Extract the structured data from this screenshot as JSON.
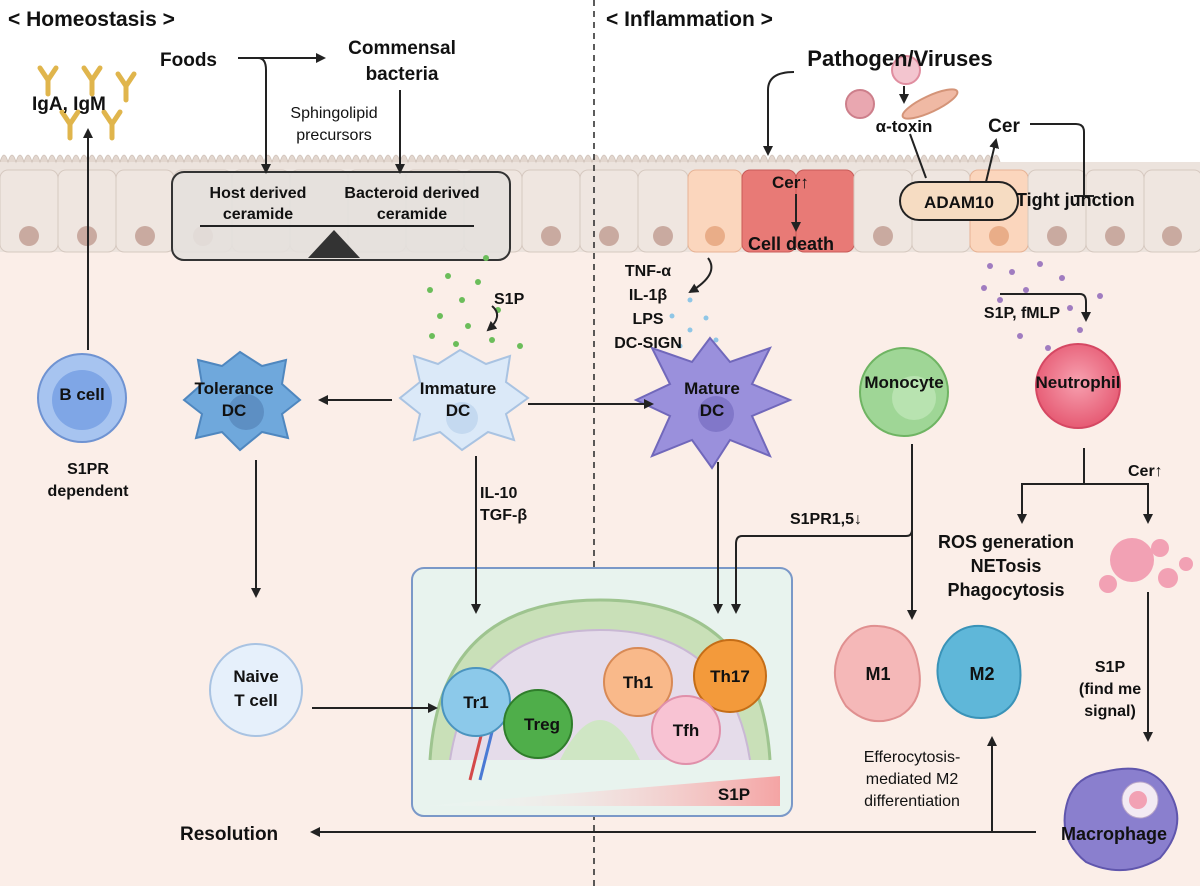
{
  "sections": {
    "homeostasis": "< Homeostasis >",
    "inflammation": "< Inflammation >"
  },
  "homeostasis": {
    "foods": "Foods",
    "commensal_line1": "Commensal",
    "commensal_line2": "bacteria",
    "sphingo_line1": "Sphingolipid",
    "sphingo_line2": "precursors",
    "host_line1": "Host derived",
    "host_line2": "ceramide",
    "bact_line1": "Bacteroid derived",
    "bact_line2": "ceramide",
    "antibodies": "IgA, IgM",
    "s1p": "S1P",
    "b_cell": "B cell",
    "s1pr_line1": "S1PR",
    "s1pr_line2": "dependent",
    "tolerance_line1": "Tolerance",
    "tolerance_line2": "DC",
    "immature_line1": "Immature",
    "immature_line2": "DC",
    "il10": "IL-10",
    "tgfb": "TGF-β",
    "naive_line1": "Naive",
    "naive_line2": "T cell",
    "tr1": "Tr1",
    "treg": "Treg",
    "resolution": "Resolution"
  },
  "inflammation": {
    "pathogen": "Pathogen/Viruses",
    "alpha_toxin": "α-toxin",
    "cer": "Cer",
    "adam10": "ADAM10",
    "tight_junction": "Tight junction",
    "cer_up": "Cer↑",
    "cell_death": "Cell death",
    "tnf": "TNF-α",
    "il1b": "IL-1β",
    "lps": "LPS",
    "dcsign": "DC-SIGN",
    "mature_line1": "Mature",
    "mature_line2": "DC",
    "s1p_fmlp": "S1P, fMLP",
    "monocyte": "Monocyte",
    "neutrophil": "Neutrophil",
    "s1pr15": "S1PR1,5↓",
    "cer_up2": "Cer↑",
    "ros": "ROS generation",
    "netosis": "NETosis",
    "phago": "Phagocytosis",
    "th1": "Th1",
    "th17": "Th17",
    "tfh": "Tfh",
    "s1p_gradient": "S1P",
    "m1": "M1",
    "m2": "M2",
    "s1p_find_line1": "S1P",
    "s1p_find_line2": "(find me",
    "s1p_find_line3": "signal)",
    "effero_line1": "Efferocytosis-",
    "effero_line2": "mediated M2",
    "effero_line3": "differentiation",
    "macrophage": "Macrophage"
  },
  "colors": {
    "tissue_bg": "#fbeee8",
    "epithelium": "#ece3dd",
    "antibody": "#e0b54c",
    "b_cell": "#7fa6e6",
    "tolerance_dc": "#6fa8dc",
    "immature_dc": "#d6e6f7",
    "mature_dc": "#8e84d6",
    "monocyte": "#8fcf86",
    "neutrophil": "#ee6f84",
    "tr1": "#8cc9ea",
    "treg": "#4fae4a",
    "th1": "#f9b98a",
    "th17": "#f39a3b",
    "tfh": "#f7b8cc",
    "m1": "#f5b8b8",
    "m2": "#5fb7d9",
    "macrophage": "#8a7fce",
    "adam10": "#f6dcc2"
  }
}
